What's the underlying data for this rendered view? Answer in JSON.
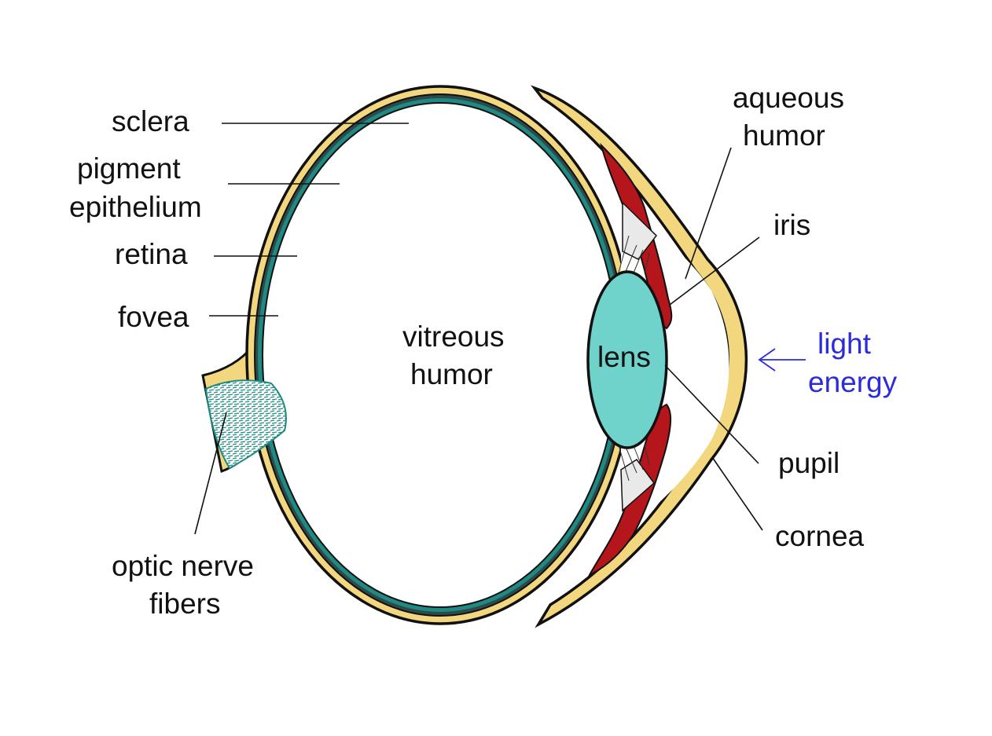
{
  "labels": {
    "sclera": "sclera",
    "pigment_line1": "pigment",
    "pigment_line2": "epithelium",
    "retina": "retina",
    "fovea": "fovea",
    "optic_line1": "optic nerve",
    "optic_line2": "fibers",
    "vitreous_line1": "vitreous",
    "vitreous_line2": "humor",
    "lens": "lens",
    "aqueous_line1": "aqueous",
    "aqueous_line2": "humor",
    "iris": "iris",
    "pupil": "pupil",
    "cornea": "cornea",
    "light_line1": "light",
    "light_line2": "energy"
  },
  "colors": {
    "sclera_fill": "#f2d77e",
    "outline": "#111111",
    "retina_teal": "#1f8a84",
    "lens_fill": "#6fd3cb",
    "iris_red": "#b5161b",
    "light_blue": "#2b2bdc"
  }
}
